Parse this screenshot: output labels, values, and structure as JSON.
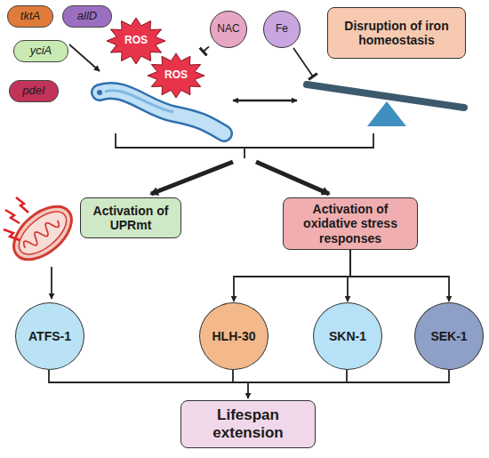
{
  "diagram": {
    "nodes": [
      {
        "text": [
          "tktA"
        ]
      },
      {
        "text": [
          "allD"
        ]
      },
      {
        "text": [
          "NAC"
        ]
      },
      {
        "text": [
          "Fe"
        ]
      },
      {
        "text": [
          "Disruption of iron homeostasis"
        ]
      },
      {
        "text": [
          "yciA"
        ]
      },
      {
        "text": [
          "ROS"
        ]
      },
      {
        "text": [
          "ROS"
        ]
      },
      {
        "text": [
          "pdeI"
        ]
      },
      {
        "text": [
          "Activation of UPRmt"
        ]
      },
      {
        "text": [
          "Activation of oxidative stress responses"
        ]
      },
      {
        "text": [
          "ATFS-1"
        ]
      },
      {
        "text": [
          "HLH-30"
        ]
      },
      {
        "text": [
          "SKN-1"
        ]
      },
      {
        "text": [
          "SEK-1"
        ]
      },
      {
        "text": [
          "Lifespan extension"
        ]
      }
    ],
    "edges": [
      {
        "from": 2,
        "to": 7,
        "arrow": "to"
      },
      {
        "from": 10,
        "to": 12,
        "arrow": "to"
      },
      {
        "from": 10,
        "to": 13,
        "arrow": "to"
      },
      {
        "from": 10,
        "to": 14,
        "arrow": "to"
      }
    ]
  }
}
